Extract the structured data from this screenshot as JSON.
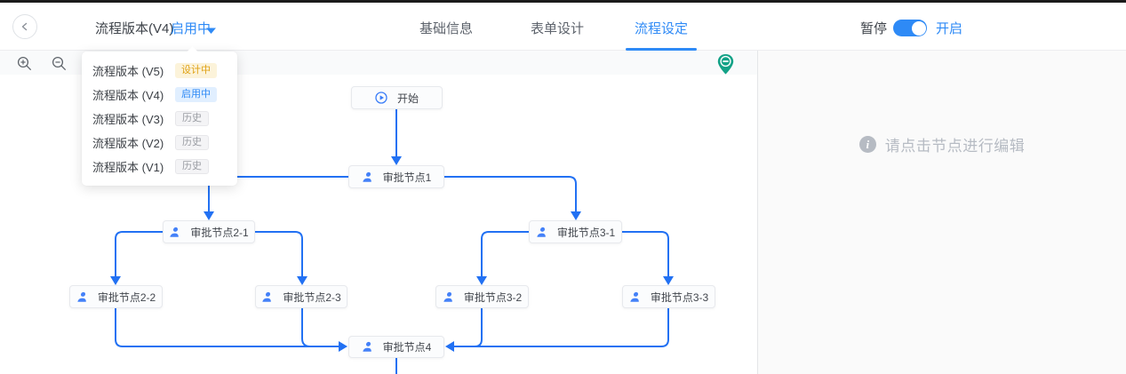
{
  "header": {
    "title": "流程版本(V4)",
    "status": "启用中",
    "tabs": [
      "基础信息",
      "表单设计",
      "流程设定"
    ],
    "active_tab": "流程设定",
    "pause_label": "暂停",
    "toggle_state": "开启",
    "toggle_on": true
  },
  "version_dropdown": {
    "items": [
      {
        "label": "流程版本 (V5)",
        "badge": "设计中"
      },
      {
        "label": "流程版本 (V4)",
        "badge": "启用中"
      },
      {
        "label": "流程版本 (V3)",
        "badge": "历史"
      },
      {
        "label": "流程版本 (V2)",
        "badge": "历史"
      },
      {
        "label": "流程版本 (V1)",
        "badge": "历史"
      }
    ]
  },
  "canvas": {
    "nodes": {
      "start": "开始",
      "n1": "审批节点1",
      "n2_1": "审批节点2-1",
      "n2_2": "审批节点2-2",
      "n2_3": "审批节点2-3",
      "n3_1": "审批节点3-1",
      "n3_2": "审批节点3-2",
      "n3_3": "审批节点3-3",
      "n4": "审批节点4"
    },
    "icons": [
      "zoom-in-icon",
      "zoom-out-icon",
      "map-pin-icon",
      "play-circle-icon",
      "approver-user-icon"
    ]
  },
  "right_panel": {
    "hint": "请点击节点进行编辑"
  },
  "colors": {
    "accent_blue": "#2e8af6",
    "connector_blue": "#2271f3",
    "pin_green": "#13a287",
    "badge_design_text": "#dfa214",
    "badge_history_text": "#9a9da3",
    "hint_gray": "#b6bbc3"
  }
}
